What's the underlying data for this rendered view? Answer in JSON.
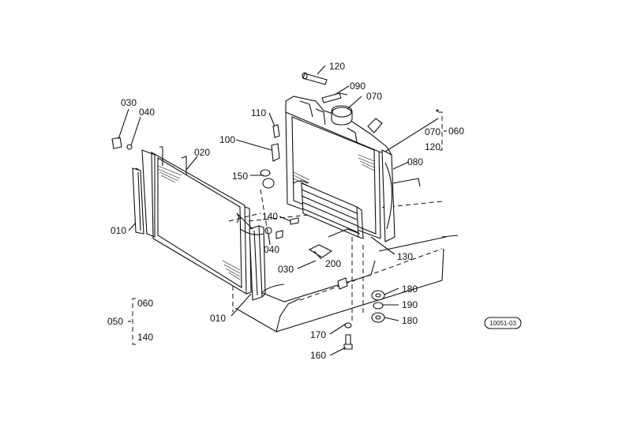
{
  "labels": {
    "l010a": "010",
    "l010b": "010",
    "l020": "020",
    "l030a": "030",
    "l030b": "030",
    "l040a": "040",
    "l040b": "040",
    "l050": "050",
    "l060a": "060",
    "l060b": "060",
    "l070a": "070",
    "l070b": "070",
    "l080": "080",
    "l090": "090",
    "l100": "100",
    "l110": "110",
    "l120a": "120",
    "l120b": "120",
    "l130": "130",
    "l140a": "140",
    "l140b": "140",
    "l150": "150",
    "l160": "160",
    "l170": "170",
    "l180a": "180",
    "l180b": "180",
    "l190": "190",
    "l200": "200"
  },
  "drawing_code": "10051-03",
  "colors": {
    "ink": "#111111",
    "paper": "#ffffff"
  }
}
